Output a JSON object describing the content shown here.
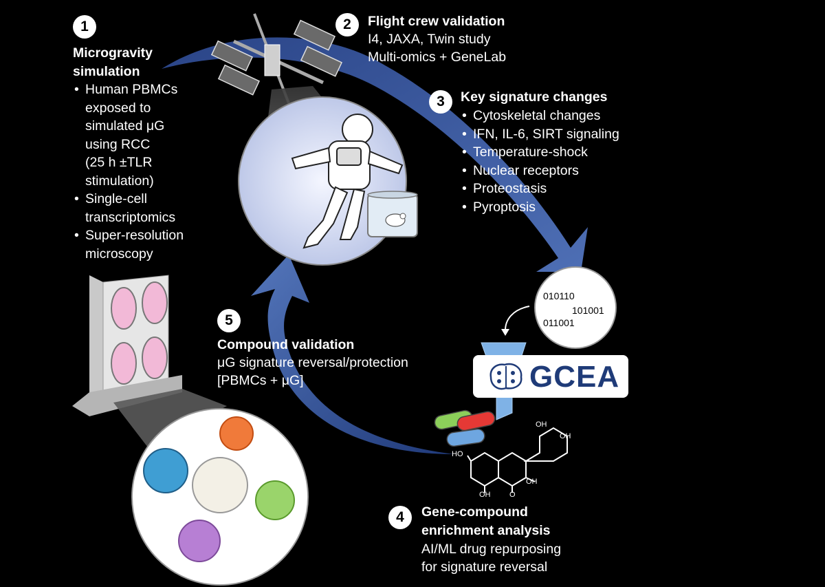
{
  "steps": [
    {
      "number": "1",
      "title_lines": [
        "Microgravity",
        "simulation"
      ],
      "bullets": [
        "Human PBMCs\nexposed to\nsimulated μG\nusing RCC\n(25 h ±TLR\nstimulation)",
        "Single-cell\ntranscriptomics",
        "Super-resolution\nmicroscopy"
      ]
    },
    {
      "number": "2",
      "title": "Flight crew validation",
      "lines": [
        "I4, JAXA, Twin study",
        "Multi-omics + GeneLab"
      ]
    },
    {
      "number": "3",
      "title": "Key signature changes",
      "bullets": [
        "Cytoskeletal changes",
        "IFN, IL-6, SIRT signaling",
        "Temperature-shock",
        "Nuclear receptors",
        "Proteostasis",
        "Pyroptosis"
      ]
    },
    {
      "number": "4",
      "title_lines": [
        "Gene-compound",
        "enrichment analysis"
      ],
      "lines": [
        "AI/ML drug repurposing",
        "for signature reversal"
      ]
    },
    {
      "number": "5",
      "title": "Compound validation",
      "lines": [
        "μG signature reversal/protection",
        "[PBMCs + μG]"
      ]
    }
  ],
  "gcea_label": "GCEA",
  "data_circle": {
    "row1": "010110",
    "row2": "101001",
    "row3": "011001"
  },
  "molecule_labels": {
    "oh_top1": "OH",
    "oh_top2": "OH",
    "ho_left": "HO",
    "oh_right": "OH",
    "oh_bottom": "OH",
    "o_bottom": "O"
  },
  "colors": {
    "background": "#000000",
    "arrow": "#2c4a8c",
    "arrow_light": "#4a6ab0",
    "gcea_text": "#1f3b78"
  }
}
